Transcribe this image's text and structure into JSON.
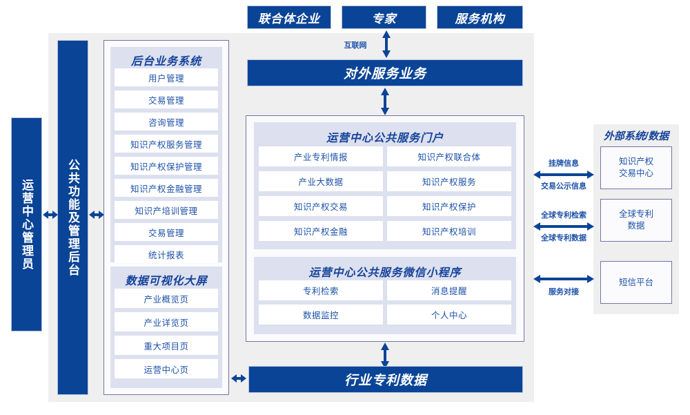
{
  "colors": {
    "brand_blue": "#0a4496",
    "text_blue": "#1d51a8",
    "panel_gray": "#efefef",
    "panel_lavender": "#dde0ef",
    "border_purple": "#6f75a5"
  },
  "top_actors": [
    {
      "label": "联合体企业"
    },
    {
      "label": "专家"
    },
    {
      "label": "服务机构"
    }
  ],
  "connectors": {
    "internet_label": "互联网"
  },
  "left_roles": [
    {
      "label": "运营中心管理员"
    },
    {
      "label": "公共功能及管理后台"
    }
  ],
  "backend_panel": {
    "title": "后台业务系统",
    "items": [
      {
        "label": "用户管理"
      },
      {
        "label": "交易管理"
      },
      {
        "label": "咨询管理"
      },
      {
        "label": "知识产权服务管理"
      },
      {
        "label": "知识产权保护管理"
      },
      {
        "label": "知识产权金融管理"
      },
      {
        "label": "知识产培训管理"
      },
      {
        "label": "交易管理"
      },
      {
        "label": "统计报表"
      }
    ]
  },
  "dataviz_panel": {
    "title": "数据可视化大屏",
    "items": [
      {
        "label": "产业概览页"
      },
      {
        "label": "产业详览页"
      },
      {
        "label": "重大项目页"
      },
      {
        "label": "运营中心页"
      }
    ]
  },
  "service_bar": {
    "label": "对外服务业务"
  },
  "portal_panel": {
    "title": "运营中心公共服务门户",
    "rows": [
      [
        {
          "label": "产业专利情报"
        },
        {
          "label": "知识产权联合体"
        }
      ],
      [
        {
          "label": "产业大数据"
        },
        {
          "label": "知识产权服务"
        }
      ],
      [
        {
          "label": "知识产权交易"
        },
        {
          "label": "知识产权保护"
        }
      ],
      [
        {
          "label": "知识产权金融"
        },
        {
          "label": "知识产权培训"
        }
      ]
    ]
  },
  "miniprogram_panel": {
    "title": "运营中心公共服务微信小程序",
    "rows": [
      [
        {
          "label": "专利检索"
        },
        {
          "label": "消息提醒"
        }
      ],
      [
        {
          "label": "数据监控"
        },
        {
          "label": "个人中心"
        }
      ]
    ]
  },
  "bottom_bar": {
    "label": "行业专利数据"
  },
  "external_panel": {
    "title": "外部系统/数据",
    "items": [
      {
        "label": "知识产权\n交易中心",
        "line1": "知识产权",
        "line2": "交易中心"
      },
      {
        "label": "全球专利\n数据",
        "line1": "全球专利",
        "line2": "数据"
      },
      {
        "label": "短信平台",
        "line1": "短信平台",
        "line2": ""
      }
    ],
    "edge_labels": [
      {
        "above": "挂牌信息",
        "below": "交易公示信息"
      },
      {
        "above": "全球专利检索",
        "below": "全球专利数据"
      },
      {
        "above": "",
        "below": "服务对接"
      }
    ]
  }
}
